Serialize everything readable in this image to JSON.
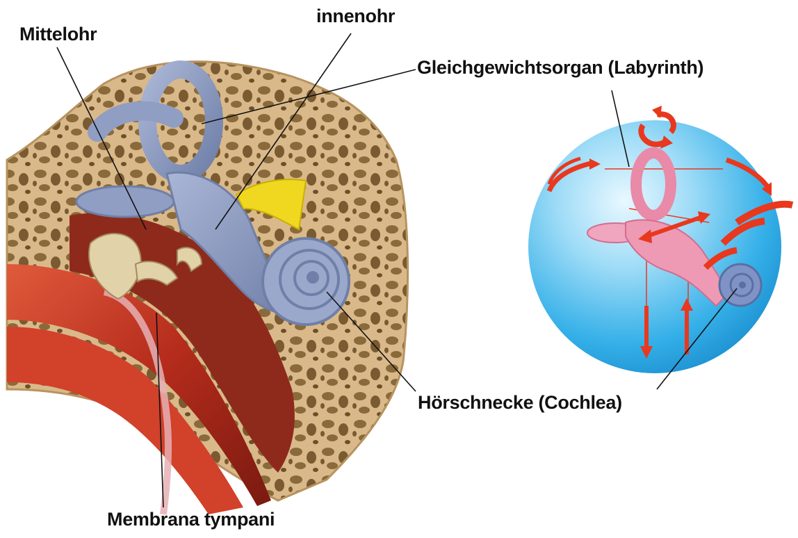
{
  "labels": {
    "mittelohr": "Mittelohr",
    "innenohr": "innenohr",
    "gleichgewichtsorgan": "Gleichgewichtsorgan (Labyrinth)",
    "hoerschnecke": "Hörschnecke (Cochlea)",
    "membrana": "Membrana tympani"
  },
  "colors": {
    "bone": "#d9b98a",
    "bone_pores": "#7a5a30",
    "canal": "#c43a24",
    "inner_ear": "#8f9ec2",
    "nerve": "#f0d820",
    "sphere": "#35b0e8",
    "labyrinth_pink": "#e98aa8",
    "arrows": "#e8381e"
  }
}
